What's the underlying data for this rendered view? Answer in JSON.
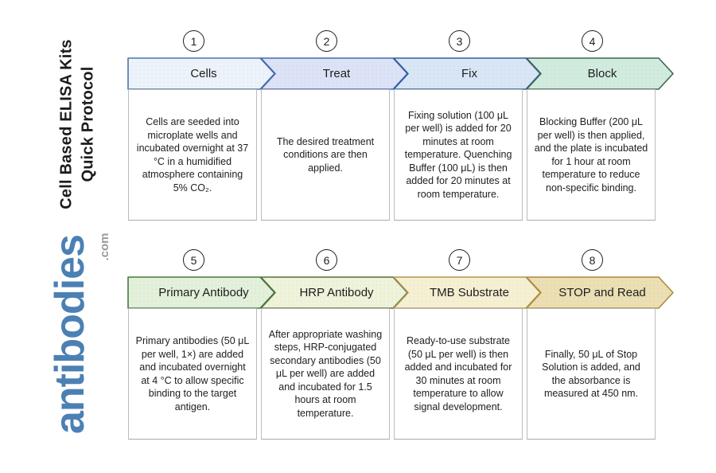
{
  "page": {
    "title_line1": "Cell Based ELISA Kits",
    "title_line2": "Quick Protocol"
  },
  "brand": {
    "name": "antibodies",
    "tld": ".com",
    "color": "#4b80b4",
    "tld_color": "#9a9a9a"
  },
  "steps": [
    {
      "number": "1",
      "label": "Cells",
      "description": "Cells are seeded into microplate wells and incubated overnight at 37 °C in a humidified atmosphere containing 5% CO₂.",
      "fill": "#edf3fa",
      "border": "#4878aa"
    },
    {
      "number": "2",
      "label": "Treat",
      "description": "The desired treatment conditions are then applied.",
      "fill": "#dde3f6",
      "border": "#4a68b4"
    },
    {
      "number": "3",
      "label": "Fix",
      "description": "Fixing solution (100 μL per well) is added for 20 minutes at room temperature. Quenching Buffer (100 μL) is then added for 20 minutes at room temperature.",
      "fill": "#d9e6f6",
      "border": "#30609f"
    },
    {
      "number": "4",
      "label": "Block",
      "description": "Blocking Buffer (200 μL per well) is then applied, and the plate is incubated for 1 hour at room temperature to reduce non-specific binding.",
      "fill": "#d2ebdf",
      "border": "#3f6650"
    },
    {
      "number": "5",
      "label": "Primary Antibody",
      "description": "Primary antibodies (50 μL per well, 1×) are added and incubated overnight at 4 °C to allow specific binding to the target antigen.",
      "fill": "#e3f0da",
      "border": "#457a42"
    },
    {
      "number": "6",
      "label": "HRP Antibody",
      "description": "After appropriate washing steps, HRP-conjugated secondary antibodies (50 μL per well) are added and incubated for 1.5 hours at room temperature.",
      "fill": "#eef3da",
      "border": "#55703b"
    },
    {
      "number": "7",
      "label": "TMB Substrate",
      "description": "Ready-to-use substrate (50 μL per well) is then added and incubated for 30 minutes at room temperature to allow signal development.",
      "fill": "#f6f0d3",
      "border": "#b3974f"
    },
    {
      "number": "8",
      "label": "STOP and Read",
      "description": "Finally, 50 μL of Stop Solution is added, and the absorbance is measured at 450 nm.",
      "fill": "#ebdfb3",
      "border": "#ad8c3e"
    }
  ]
}
